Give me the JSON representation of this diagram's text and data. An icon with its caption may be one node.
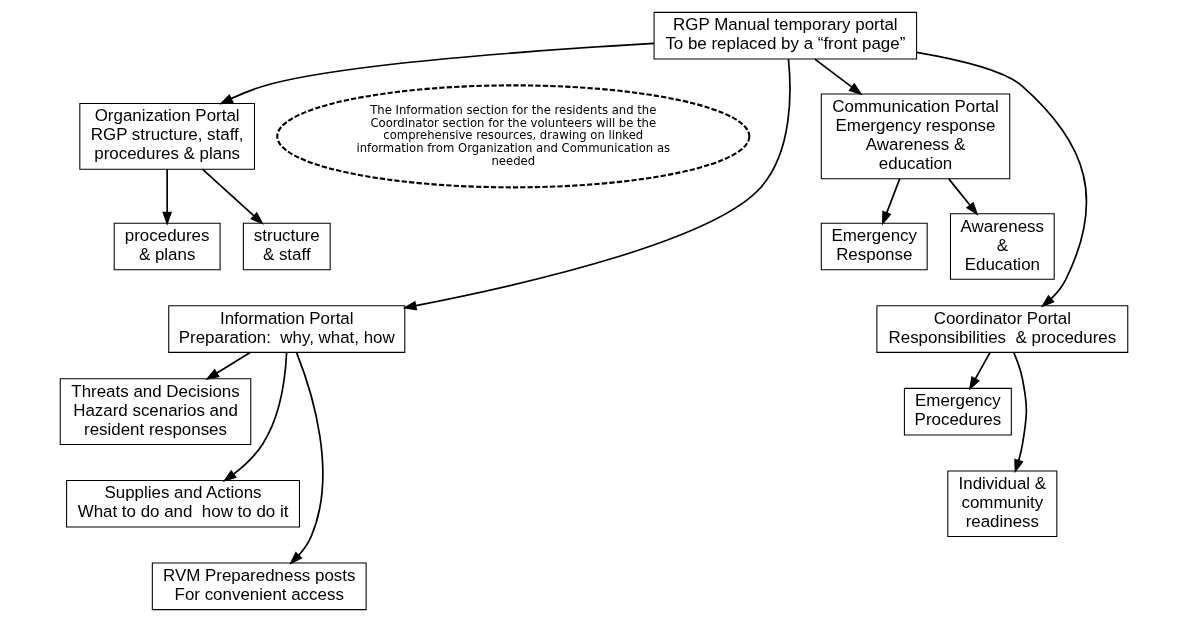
{
  "diagram": {
    "nodes": [
      {
        "text": [
          "RGP Manual temporary portal",
          "To be replaced by a “front page”"
        ]
      },
      {
        "text": [
          "Organization Portal",
          "RGP structure, staff, procedures & plans"
        ]
      },
      {
        "text": [
          "The Information section for the residents and the Coordinator section for the volunteers will be the comprehensive resources, drawing on linked information from Organization and Communication as needed"
        ]
      },
      {
        "text": [
          "Communication Portal",
          "Emergency response Awareness & education"
        ]
      },
      {
        "text": [
          "structure & staff"
        ]
      },
      {
        "text": [
          "procedures & plans"
        ]
      },
      {
        "text": [
          "Emergency Response"
        ]
      },
      {
        "text": [
          "Awareness & Education"
        ]
      },
      {
        "text": [
          "Information Portal",
          "Preparation:  why, what, how"
        ]
      },
      {
        "text": [
          "Coordinator Portal",
          "Responsibilities  & procedures"
        ]
      },
      {
        "text": [
          "Threats and Decisions",
          "Hazard scenarios and resident responses"
        ]
      },
      {
        "text": [
          "Emergency Procedures"
        ]
      },
      {
        "text": [
          "Supplies and Actions",
          "What to do and  how to do it"
        ]
      },
      {
        "text": [
          "Individual & community readiness"
        ]
      },
      {
        "text": [
          "RVM Preparedness posts",
          "For convenient access"
        ]
      }
    ],
    "edges": [
      {
        "from": 0,
        "to": 1,
        "arrow": "to"
      },
      {
        "from": 0,
        "to": 8,
        "arrow": "to"
      },
      {
        "from": 0,
        "to": 9,
        "arrow": "to"
      },
      {
        "from": 0,
        "to": 3,
        "arrow": "to"
      },
      {
        "from": 1,
        "to": 4,
        "arrow": "to"
      },
      {
        "from": 1,
        "to": 5,
        "arrow": "to"
      },
      {
        "from": 3,
        "to": 6,
        "arrow": "to"
      },
      {
        "from": 3,
        "to": 7,
        "arrow": "to"
      },
      {
        "from": 8,
        "to": 10,
        "arrow": "to"
      },
      {
        "from": 8,
        "to": 12,
        "arrow": "to"
      },
      {
        "from": 8,
        "to": 14,
        "arrow": "to"
      },
      {
        "from": 9,
        "to": 11,
        "arrow": "to"
      },
      {
        "from": 9,
        "to": 13,
        "arrow": "to"
      }
    ]
  }
}
